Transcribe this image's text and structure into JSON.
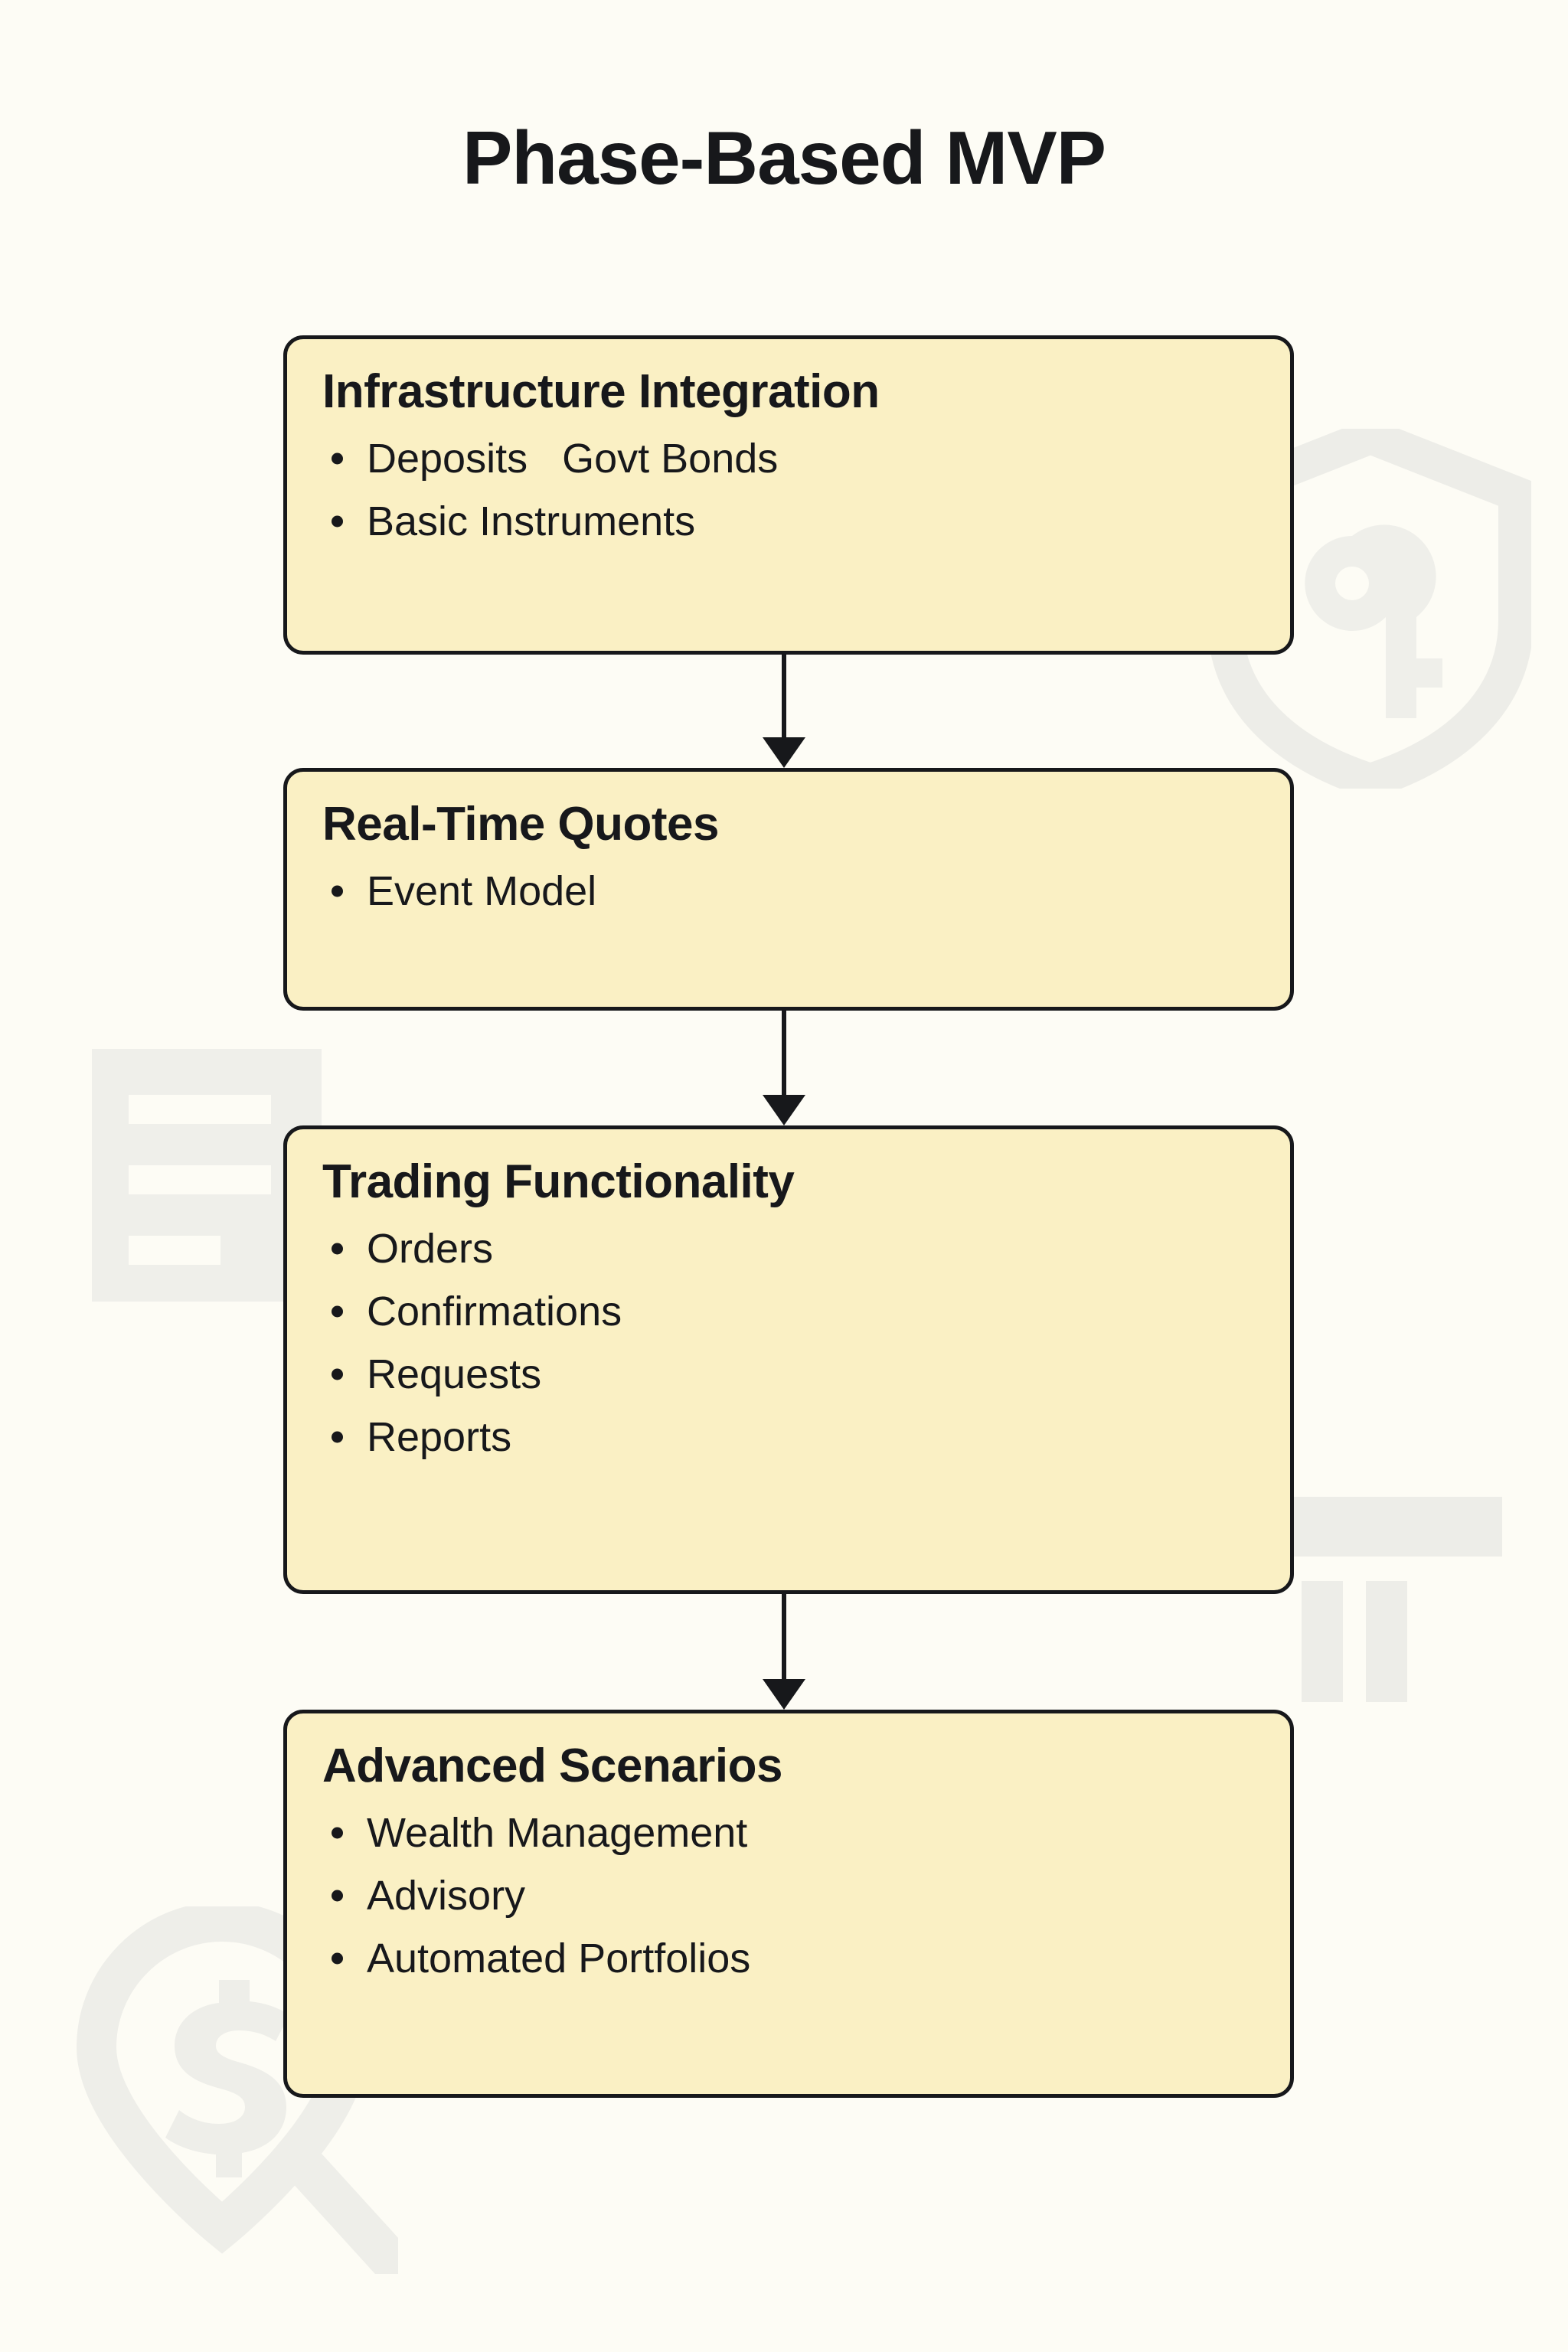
{
  "title": "Phase-Based MVP",
  "colors": {
    "background": "#FDFCF5",
    "node_fill": "#FAF0C4",
    "node_border": "#17181B",
    "text": "#17181B",
    "watermark": "#EFEFEA"
  },
  "nodes": [
    {
      "title": "Infrastructure Integration",
      "items": [
        "Deposits   Govt Bonds",
        "Basic Instruments"
      ]
    },
    {
      "title": "Real-Time Quotes",
      "items": [
        "Event Model"
      ]
    },
    {
      "title": "Trading Functionality",
      "items": [
        "Orders",
        "Confirmations",
        "Requests",
        "Reports"
      ]
    },
    {
      "title": "Advanced Scenarios",
      "items": [
        "Wealth Management",
        "Advisory",
        "Automated Portfolios"
      ]
    }
  ],
  "connectors": [
    {
      "from": "Infrastructure Integration",
      "to": "Real-Time Quotes"
    },
    {
      "from": "Real-Time Quotes",
      "to": "Trading Functionality"
    },
    {
      "from": "Trading Functionality",
      "to": "Advanced Scenarios"
    }
  ],
  "watermarks": [
    {
      "name": "shield-key-watermark",
      "position": "top-right"
    },
    {
      "name": "document-lines-watermark",
      "position": "middle-left"
    },
    {
      "name": "bank-building-watermark",
      "position": "middle-right"
    },
    {
      "name": "dollar-search-pin-watermark",
      "position": "bottom-left"
    }
  ]
}
